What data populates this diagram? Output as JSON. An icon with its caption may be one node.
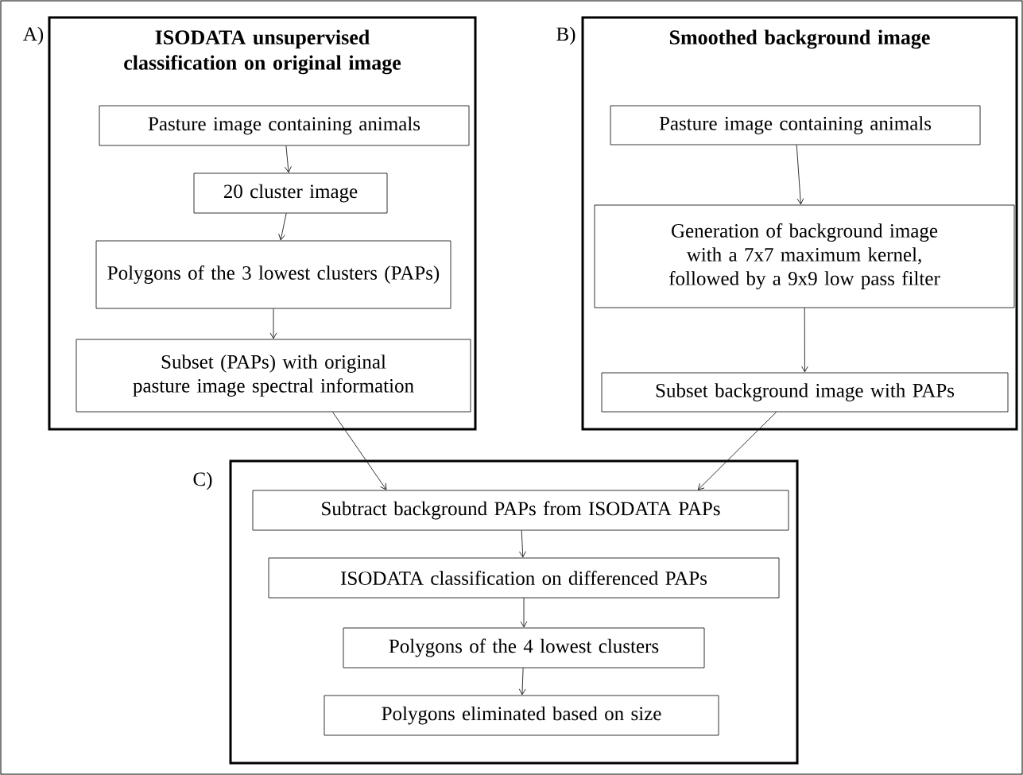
{
  "diagram": {
    "nodes": [
      {
        "text": [
          "ISODATA unsupervised classification on original image"
        ],
        "beside": [
          "A)"
        ]
      },
      {
        "text": [
          "Pasture image containing animals"
        ],
        "in": 0
      },
      {
        "text": [
          "20 cluster image"
        ],
        "in": 0
      },
      {
        "text": [
          "Polygons of the 3 lowest clusters (PAPs)"
        ],
        "in": 0
      },
      {
        "text": [
          "Subset (PAPs) with original pasture image spectral information"
        ],
        "in": 0
      },
      {
        "text": [
          "Smoothed background image"
        ],
        "beside": [
          "B)"
        ]
      },
      {
        "text": [
          "Pasture image containing animals"
        ],
        "in": 5
      },
      {
        "text": [
          "Generation of background image with a 7x7 maximum kernel, followed by a 9x9 low pass filter"
        ],
        "in": 5
      },
      {
        "text": [
          "Subset background image with PAPs"
        ],
        "in": 5
      },
      {
        "text": [],
        "shape": "box",
        "beside": [
          "C)"
        ]
      },
      {
        "text": [
          "Subtract background PAPs from ISODATA PAPs"
        ],
        "in": 9
      },
      {
        "text": [
          "ISODATA classification on differenced PAPs"
        ],
        "in": 9
      },
      {
        "text": [
          "Polygons of the 4 lowest clusters"
        ],
        "in": 9
      },
      {
        "text": [
          "Polygons eliminated based on size"
        ],
        "in": 9
      }
    ],
    "edges": [
      {
        "from": 1,
        "to": 2,
        "arrow": "to"
      },
      {
        "from": 2,
        "to": 3,
        "arrow": "to"
      },
      {
        "from": 3,
        "to": 4,
        "arrow": "to"
      },
      {
        "from": 6,
        "to": 7,
        "arrow": "to"
      },
      {
        "from": 7,
        "to": 8,
        "arrow": "to"
      },
      {
        "from": 4,
        "to": 10,
        "arrow": "to"
      },
      {
        "from": 8,
        "to": 10,
        "arrow": "to"
      },
      {
        "from": 10,
        "to": 11,
        "arrow": "to"
      },
      {
        "from": 11,
        "to": 12,
        "arrow": "to"
      },
      {
        "from": 12,
        "to": 13,
        "arrow": "to"
      }
    ]
  }
}
